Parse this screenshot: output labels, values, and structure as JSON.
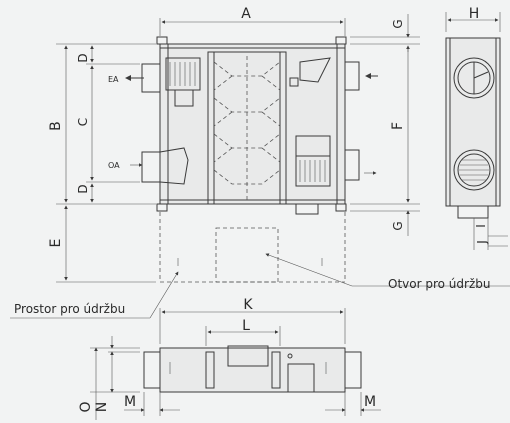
{
  "dimensions": {
    "A": "A",
    "B": "B",
    "C": "C",
    "D_top": "D",
    "D_bottom": "D",
    "E": "E",
    "F": "F",
    "G_top": "G",
    "G_bottom": "G",
    "H": "H",
    "I": "I",
    "J": "J",
    "K": "K",
    "L": "L",
    "M_left": "M",
    "M_right": "M",
    "N": "N",
    "O": "O"
  },
  "ports": {
    "ea": "EA",
    "oa": "OA"
  },
  "callouts": {
    "service_space": "Prostor pro údržbu",
    "service_opening": "Otvor pro údržbu"
  },
  "colors": {
    "line": "#3a3a3a",
    "background": "#f2f3f3",
    "unit_fill": "#e9eaea"
  }
}
